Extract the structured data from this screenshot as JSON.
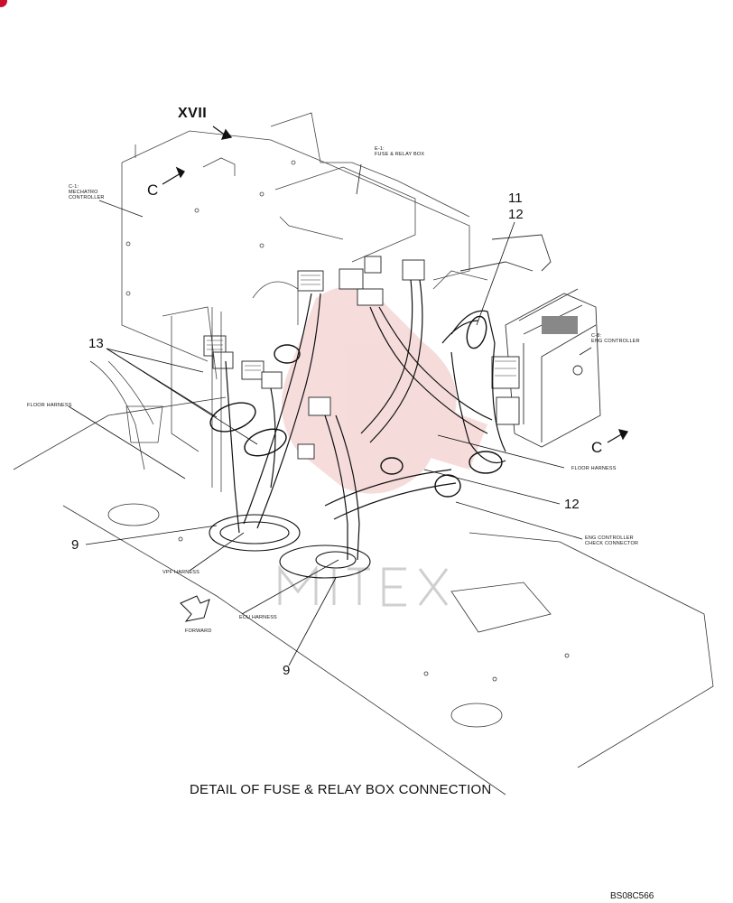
{
  "labels": {
    "view_marker": "XVII",
    "section_c": "C",
    "c1_label": "C-1:\nMECHATRO\nCONTROLLER",
    "e1_label": "E-1:\nFUSE & RELAY BOX",
    "c8_label": "C-8:\nENG CONTROLLER",
    "floor_harness_left": "FLOOR HARNESS",
    "floor_harness_right": "FLOOR HARNESS",
    "eng_check_connector": "ENG CONTROLLER\nCHECK CONNECTOR",
    "vpf_harness": "VPF HARNESS",
    "ecu_harness": "ECU HARNESS",
    "forward": "FORWARD"
  },
  "callouts": {
    "c11": "11",
    "c12a": "12",
    "c12b": "12",
    "c13": "13",
    "c9a": "9",
    "c9b": "9"
  },
  "caption": "DETAIL OF FUSE & RELAY BOX CONNECTION",
  "drawing_code": "BS08C566",
  "colors": {
    "line": "#222222",
    "watermark": "#e8a0a0",
    "mark": "#c8102e"
  }
}
